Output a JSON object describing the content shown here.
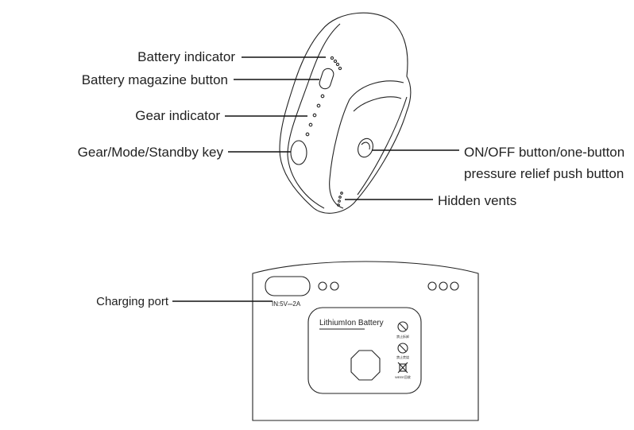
{
  "top_labels": {
    "battery_indicator": "Battery indicator",
    "battery_magazine_button": "Battery magazine button",
    "gear_indicator": "Gear indicator",
    "gear_mode_standby_key": "Gear/Mode/Standby key",
    "on_off_line1": "ON/OFF button/one-button",
    "on_off_line2": "pressure relief push button",
    "hidden_vents": "Hidden vents"
  },
  "bottom_labels": {
    "charging_port": "Charging port",
    "port_marking": "IN:5V⎓2A",
    "battery_label": "LithiumIon Battery",
    "icon_caption_1": "禁止拆卸",
    "icon_caption_2": "禁止焚烧",
    "icon_caption_3": "WEEE回收"
  }
}
